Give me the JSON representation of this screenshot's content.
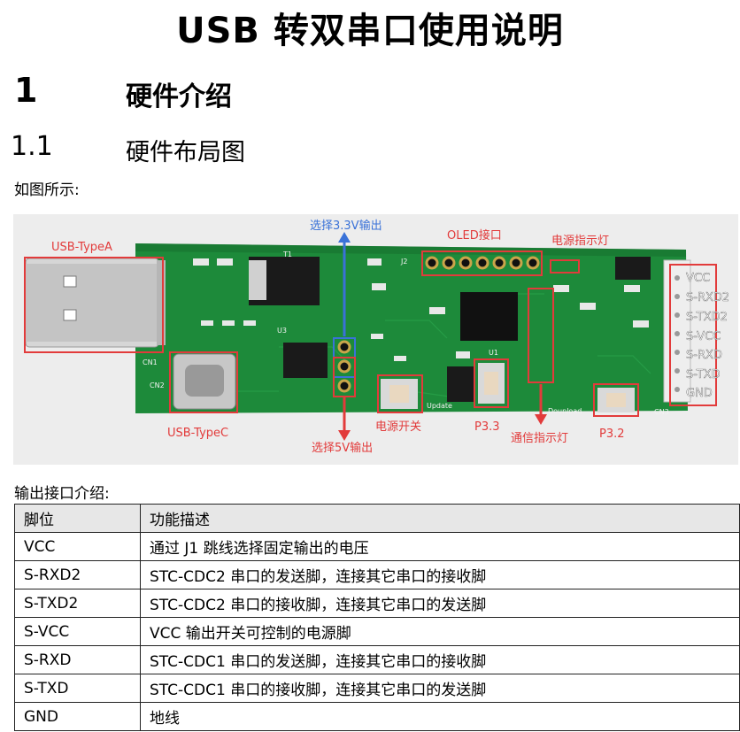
{
  "doc": {
    "title": "USB 转双串口使用说明",
    "h1_number": "1",
    "h1_text": "硬件介绍",
    "h2_number": "1.1",
    "h2_text": "硬件布局图",
    "intro": "如图所示:",
    "table_intro": "输出接口介绍:"
  },
  "figure": {
    "labels": {
      "usb_a": "USB-TypeA",
      "usb_c": "USB-TypeC",
      "sel33": "选择3.3V输出",
      "sel5": "选择5V输出",
      "oled": "OLED接口",
      "power_led": "电源指示灯",
      "power_switch": "电源开关",
      "comm_led": "通信指示灯",
      "p33": "P3.3",
      "p32": "P3.2"
    },
    "pins": [
      "VCC",
      "S-RXD2",
      "S-TXD2",
      "S-VCC",
      "S-RXD",
      "S-TXD",
      "GND"
    ],
    "silk": {
      "update": "Update",
      "download": "Dounload",
      "j2": "J2",
      "u1": "U1",
      "u3": "U3",
      "t1": "T1",
      "cn1": "CN1",
      "cn2": "CN2",
      "cn3": "CN3"
    },
    "colors": {
      "pcb": "#1d8a3a",
      "annotation": "#e23b3b",
      "blue": "#3a72d8"
    }
  },
  "table": {
    "headers": [
      "脚位",
      "功能描述"
    ],
    "rows": [
      [
        "VCC",
        "通过 J1 跳线选择固定输出的电压"
      ],
      [
        "S-RXD2",
        "STC-CDC2 串口的发送脚，连接其它串口的接收脚"
      ],
      [
        "S-TXD2",
        "STC-CDC2 串口的接收脚，连接其它串口的发送脚"
      ],
      [
        "S-VCC",
        "VCC 输出开关可控制的电源脚"
      ],
      [
        "S-RXD",
        "STC-CDC1 串口的发送脚，连接其它串口的接收脚"
      ],
      [
        "S-TXD",
        "STC-CDC1 串口的接收脚，连接其它串口的发送脚"
      ],
      [
        "GND",
        "地线"
      ]
    ]
  }
}
